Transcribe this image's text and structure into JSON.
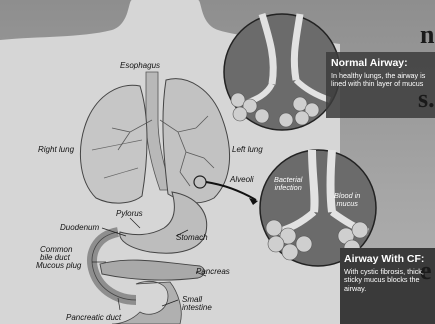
{
  "edge_text": [
    "n",
    "s.",
    "e"
  ],
  "labels": {
    "esophagus": "Esophagus",
    "right_lung": "Right lung",
    "left_lung": "Left lung",
    "alveoli": "Alveoli",
    "pylorus": "Pylorus",
    "duodenum": "Duodenum",
    "common_bile_duct": "Common\nbile duct",
    "stomach": "Stomach",
    "mucous_plug": "Mucous plug",
    "pancreas": "Pancreas",
    "small_intestine": "Small\nintestine",
    "pancreatic_duct": "Pancreatic duct",
    "bacterial_infection": "Bacterial\ninfection",
    "blood_in_mucus": "Blood in\nmucus"
  },
  "normal_airway": {
    "heading": "Normal Airway:",
    "text": "In healthy lungs, the airway is lined with thin layer of mucus"
  },
  "cf_airway": {
    "heading": "Airway With CF:",
    "text": "With cystic fibrosis, thick, sticky mucus blocks the airway."
  },
  "colors": {
    "background": "#9a9a9a",
    "silhouette": "#d8d8d8",
    "organ": "#c4c4c4",
    "inset_bg": "#6a6a6a",
    "callout_bg": "#3a3a3a"
  }
}
